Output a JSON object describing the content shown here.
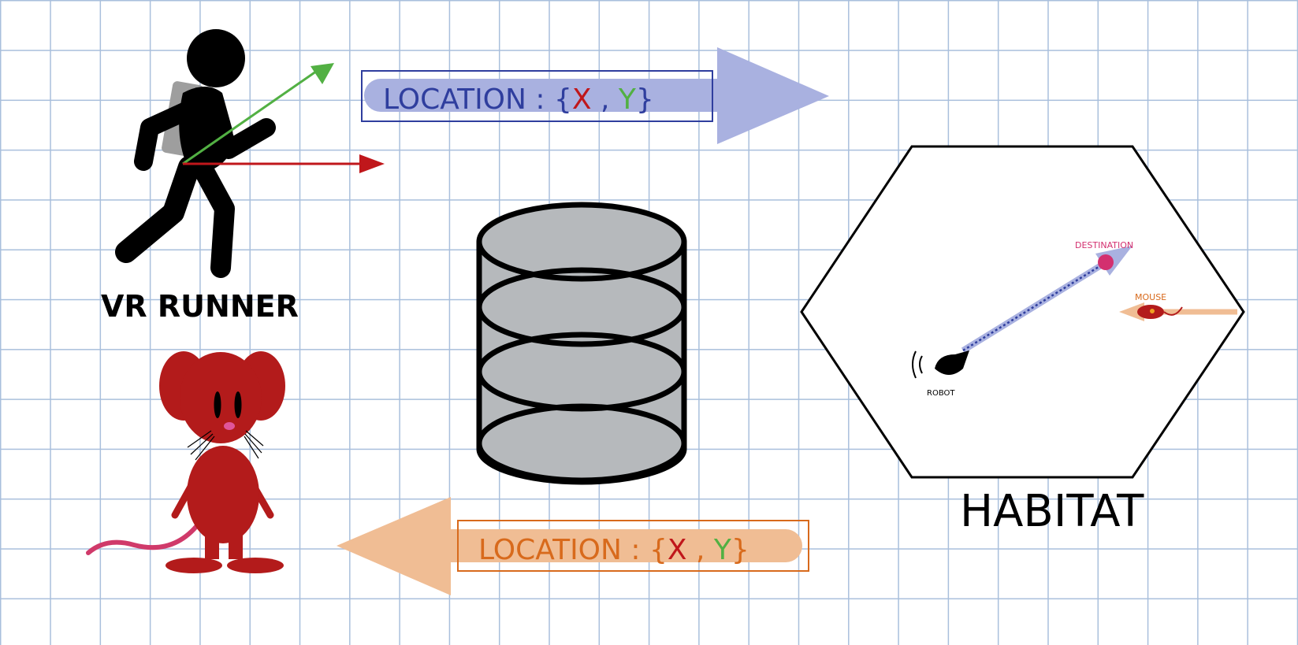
{
  "runner": {
    "label": "VR RUNNER"
  },
  "habitat": {
    "label": "HABITAT",
    "destination_label": "DESTINATION",
    "mouse_label": "MOUSE",
    "robot_label": "ROBOT"
  },
  "top_arrow": {
    "prefix": "LOCATION : {",
    "x": "X",
    "comma": " , ",
    "y": "Y",
    "suffix": "}"
  },
  "bottom_arrow": {
    "prefix": "LOCATION : {",
    "x": "X",
    "comma": " , ",
    "y": "Y",
    "suffix": "}"
  },
  "colors": {
    "runner": "#000000",
    "mouse": "#b31b1b",
    "mouse_tail": "#d03a6a",
    "top_arrow": "#a9b1e0",
    "top_box": "#2f3e9e",
    "bottom_arrow": "#f0bd94",
    "bottom_box": "#d86a1c",
    "x_coord": "#c0171b",
    "y_coord": "#52b043",
    "database": "#b6b9bc",
    "grid": "#a9bfdc"
  }
}
